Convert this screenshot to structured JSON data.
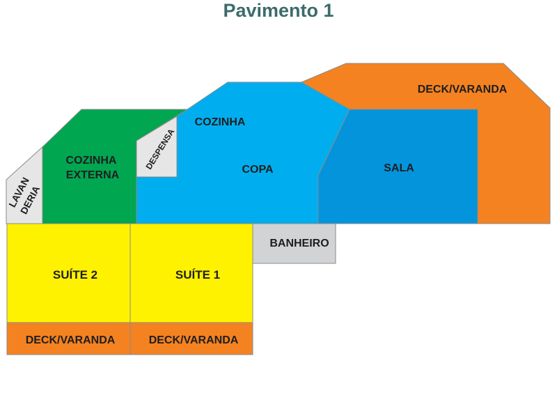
{
  "title": "Pavimento 1",
  "colors": {
    "deck": "#f48221",
    "sala": "#0394dc",
    "copa": "#00aeef",
    "cozinha_externa": "#00a650",
    "service": "#e6e6e6",
    "suite": "#fff200",
    "banheiro": "#d1d3d4",
    "title": "#3d6b6b"
  },
  "rooms": {
    "deck_top": "DECK/VARANDA",
    "sala": "SALA",
    "cozinha": "COZINHA",
    "copa": "COPA",
    "despensa": "DESPENSA",
    "cozinha_externa_1": "COZINHA",
    "cozinha_externa_2": "EXTERNA",
    "lavanderia_1": "LAVAN",
    "lavanderia_2": "DERIA",
    "banheiro": "BANHEIRO",
    "suite_2": "SUÍTE 2",
    "suite_1": "SUÍTE 1",
    "deck_left": "DECK/VARANDA",
    "deck_right": "DECK/VARANDA"
  }
}
